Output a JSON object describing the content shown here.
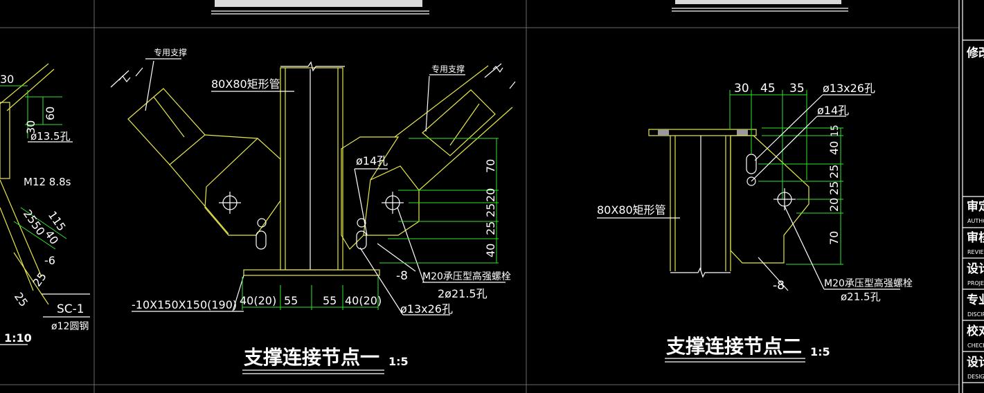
{
  "left_panel": {
    "dims": [
      "30",
      "60",
      "30",
      "115",
      "2550",
      "40",
      "-6",
      "25",
      "25",
      "SC-1"
    ],
    "hole": "ø13.5孔",
    "bolt": "M12 8.8s",
    "rod": "ø12圆钢",
    "scale": "1:10"
  },
  "node1": {
    "title": "支撑连接节点一",
    "scale": "1:5",
    "brace_left": "专用支撑",
    "brace_right": "专用支撑",
    "tube": "80X80矩形管",
    "hole14": "ø14孔",
    "plate": "-8",
    "bolt": "M20承压型高强螺栓",
    "bolt_hole": "2ø21.5孔",
    "slot": "ø13x26孔",
    "base_plate": "-10X150X150(190)",
    "bottom_dims": [
      "40(20)",
      "55",
      "55",
      "40(20)"
    ],
    "right_dims": [
      "70",
      "20",
      "25",
      "25",
      "40"
    ]
  },
  "node2": {
    "title": "支撑连接节点二",
    "scale": "1:5",
    "top_dims": [
      "30",
      "45",
      "35"
    ],
    "slot": "ø13x26孔",
    "hole14": "ø14孔",
    "tube": "80X80矩形管",
    "plate": "-8",
    "bolt": "M20承压型高强螺栓",
    "bolt_hole": "ø21.5孔",
    "right_dims": [
      "15",
      "40",
      "25",
      "25",
      "20",
      "70"
    ]
  },
  "title_block": {
    "rows": [
      "修改",
      "审定",
      "审核",
      "设计",
      "专业",
      "校对",
      "设计"
    ],
    "sub": [
      "AUTHO",
      "REVIEW",
      "PROJEC",
      "DISCIP",
      "CHECK",
      "DESIGN"
    ]
  },
  "colors": {
    "background": "#000000",
    "steel": "#e8e84a",
    "dimension": "#2ee82e",
    "text": "#ffffff",
    "grid": "#6a6a6a"
  }
}
